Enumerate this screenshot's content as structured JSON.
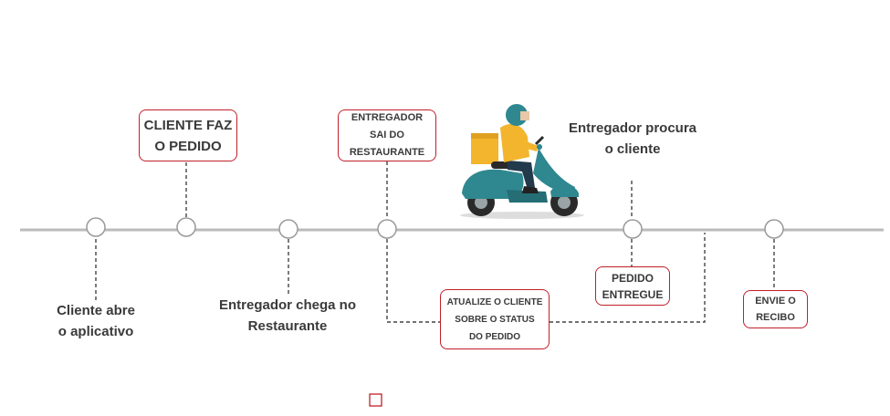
{
  "timeline": {
    "boxes": {
      "cliente_faz_pedido": "CLIENTE FAZ\nO PEDIDO",
      "entregador_sai": "ENTREGADOR\nSAI DO\nRESTAURANTE",
      "atualize_cliente": "ATUALIZE O CLIENTE\nSOBRE O STATUS\nDO PEDIDO",
      "pedido_entregue": "PEDIDO\nENTREGUE",
      "envie_recibo": "ENVIE O\nRECIBO"
    },
    "labels": {
      "cliente_abre": "Cliente abre\no aplicativo",
      "entregador_chega": "Entregador chega no\nRestaurante",
      "entregador_procura": "Entregador procura\no cliente"
    }
  },
  "colors": {
    "box_border": "#c0202a",
    "timeline": "#bbbbbb",
    "text": "#3a3a3a",
    "scooter_body": "#2f8790",
    "rider_jacket": "#f3b52d"
  },
  "icons": [
    "scooter-delivery-illustration"
  ]
}
